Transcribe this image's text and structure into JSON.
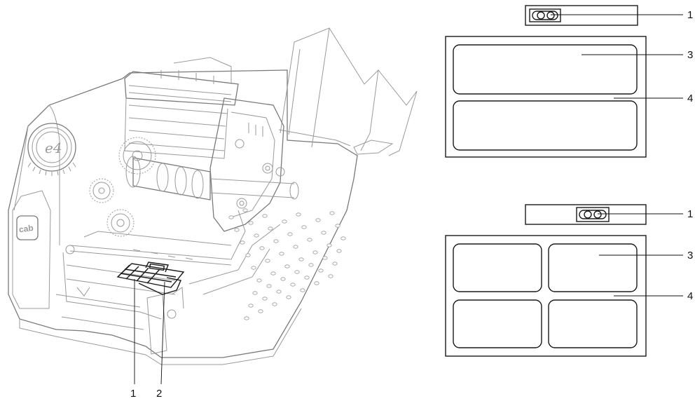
{
  "printer": {
    "brand": "cab",
    "model": "e4",
    "callouts": [
      "1",
      "2"
    ]
  },
  "label_layout_single": {
    "callouts": [
      "1",
      "3",
      "4"
    ]
  },
  "label_layout_double": {
    "callouts": [
      "1",
      "3",
      "4"
    ]
  }
}
